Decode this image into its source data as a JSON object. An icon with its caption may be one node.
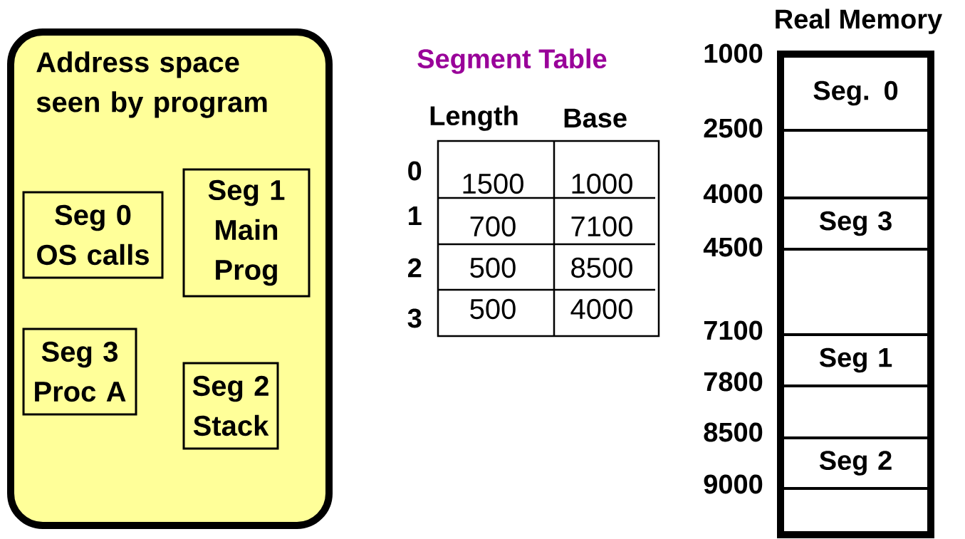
{
  "diagram": {
    "nodes": [
      {
        "text": [
          "Address space seen by program"
        ]
      },
      {
        "text": [
          "Seg 0 OS calls"
        ],
        "in": 0
      },
      {
        "text": [
          "Seg 1 Main Prog"
        ],
        "in": 0
      },
      {
        "text": [
          "Seg 3 Proc A"
        ],
        "in": 0
      },
      {
        "text": [
          "Seg 2 Stack"
        ],
        "in": 0
      },
      {
        "text": [
          "Real Memory"
        ]
      },
      {
        "text": [
          "Seg. 0"
        ],
        "in": 5
      },
      {
        "text": [],
        "shape": "box",
        "in": 5
      },
      {
        "text": [
          "Seg 3"
        ],
        "in": 5
      },
      {
        "text": [],
        "shape": "box",
        "in": 5
      },
      {
        "text": [
          "Seg 1"
        ],
        "in": 5
      },
      {
        "text": [],
        "shape": "box",
        "in": 5
      },
      {
        "text": [
          "Seg 2"
        ],
        "in": 5
      },
      {
        "text": [],
        "shape": "box",
        "in": 5
      }
    ],
    "edges": [],
    "labels": [
      "Segment Table",
      "Length",
      "Base",
      "0",
      "1500",
      "1000",
      "1",
      "700",
      "7100",
      "2",
      "500",
      "8500",
      "3",
      "500",
      "4000",
      "1000",
      "2500",
      "4000",
      "4500",
      "7100",
      "7800",
      "8500",
      "9000"
    ]
  }
}
